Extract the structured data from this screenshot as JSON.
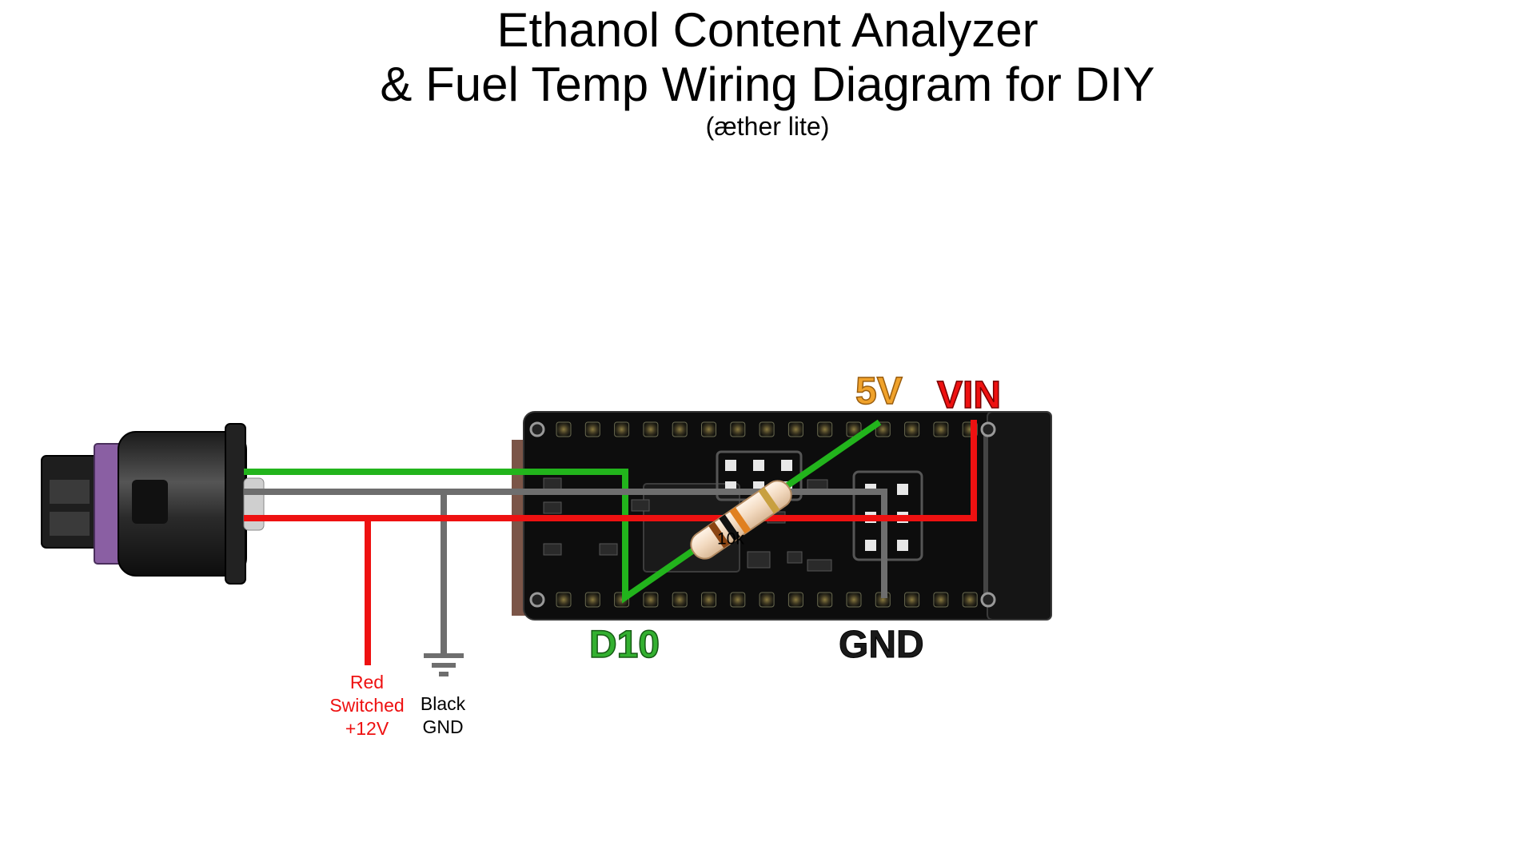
{
  "title": {
    "line1": "Ethanol Content Analyzer",
    "line2": "& Fuel Temp Wiring Diagram for DIY",
    "line3": "(æther lite)"
  },
  "pins": {
    "five_v": "5V",
    "vin": "VIN",
    "d10": "D10",
    "gnd": "GND"
  },
  "resistor": {
    "label": "10k"
  },
  "wires": {
    "red_lines": [
      "Red",
      "Switched",
      "+12V"
    ],
    "black_lines": [
      "Black",
      "GND"
    ]
  },
  "colors": {
    "signal_wire": "#22b41c",
    "ground_wire": "#6e6e6e",
    "power_wire": "#ee1111",
    "five_v_label": "#f0a22b",
    "vin_label": "#ee1111",
    "d10_label": "#33b030",
    "gnd_label": "#1a1a1a",
    "connector_purple": "#8a5fa3"
  }
}
